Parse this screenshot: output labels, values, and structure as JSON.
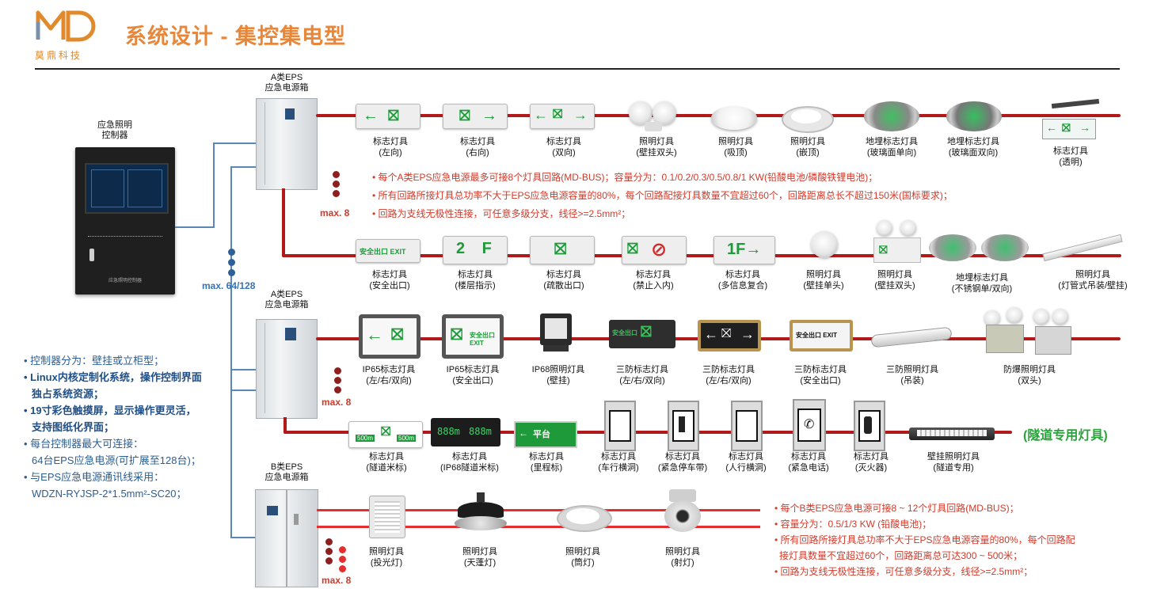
{
  "header": {
    "logo_mark": "MD",
    "logo_text": "莫鼎科技",
    "title": "系统设计 - 集控集电型"
  },
  "controller": {
    "label_line1": "应急照明",
    "label_line2": "控制器",
    "plate": "应急照明控制器"
  },
  "links": {
    "max_controller": "max. 64/128",
    "max_a1": "max. 8",
    "max_a2": "max. 8",
    "max_b": "max. 8",
    "tunnel_label": "(隧道专用灯具)"
  },
  "cabinets": {
    "a1": {
      "line1": "A类EPS",
      "line2": "应急电源箱"
    },
    "a2": {
      "line1": "A类EPS",
      "line2": "应急电源箱"
    },
    "b": {
      "line1": "B类EPS",
      "line2": "应急电源箱"
    }
  },
  "row1": [
    {
      "l1": "标志灯具",
      "l2": "(左向)"
    },
    {
      "l1": "标志灯具",
      "l2": "(右向)"
    },
    {
      "l1": "标志灯具",
      "l2": "(双向)"
    },
    {
      "l1": "照明灯具",
      "l2": "(壁挂双头)"
    },
    {
      "l1": "照明灯具",
      "l2": "(吸顶)"
    },
    {
      "l1": "照明灯具",
      "l2": "(嵌顶)"
    },
    {
      "l1": "地埋标志灯具",
      "l2": "(玻璃面单向)"
    },
    {
      "l1": "地埋标志灯具",
      "l2": "(玻璃面双向)"
    },
    {
      "l1": "标志灯具",
      "l2": "(透明)"
    }
  ],
  "row2": [
    {
      "l1": "标志灯具",
      "l2": "(安全出口)",
      "sign": "安全出口 EXIT"
    },
    {
      "l1": "标志灯具",
      "l2": "(楼层指示)",
      "sign": "2 F"
    },
    {
      "l1": "标志灯具",
      "l2": "(疏散出口)",
      "sign": ""
    },
    {
      "l1": "标志灯具",
      "l2": "(禁止入内)",
      "sign": "⊘"
    },
    {
      "l1": "标志灯具",
      "l2": "(多信息复合)",
      "sign": "1F→"
    },
    {
      "l1": "照明灯具",
      "l2": "(壁挂单头)"
    },
    {
      "l1": "照明灯具",
      "l2": "(壁挂双头)"
    },
    {
      "l1": "地埋标志灯具",
      "l2": "(不锈钢单/双向)"
    },
    {
      "l1": "照明灯具",
      "l2": "(灯管式吊装/壁挂)"
    }
  ],
  "row3": [
    {
      "l1": "IP65标志灯具",
      "l2": "(左/右/双向)"
    },
    {
      "l1": "IP65标志灯具",
      "l2": "(安全出口)",
      "sign": "安全出口 EXIT"
    },
    {
      "l1": "IP68照明灯具",
      "l2": "(壁挂)"
    },
    {
      "l1": "三防标志灯具",
      "l2": "(左/右/双向)",
      "sign": "安全出口"
    },
    {
      "l1": "三防标志灯具",
      "l2": "(左/右/双向)"
    },
    {
      "l1": "三防标志灯具",
      "l2": "(安全出口)",
      "sign": "安全出口 EXIT"
    },
    {
      "l1": "三防照明灯具",
      "l2": "(吊装)"
    },
    {
      "l1": "防爆照明灯具",
      "l2": "(双头)"
    }
  ],
  "row4": [
    {
      "l1": "标志灯具",
      "l2": "(隧道米标)",
      "sign": "500m"
    },
    {
      "l1": "标志灯具",
      "l2": "(IP68隧道米标)",
      "sign": "888m"
    },
    {
      "l1": "标志灯具",
      "l2": "(里程标)",
      "sign": "平台"
    },
    {
      "l1": "标志灯具",
      "l2": "(车行横洞)"
    },
    {
      "l1": "标志灯具",
      "l2": "(紧急停车带)"
    },
    {
      "l1": "标志灯具",
      "l2": "(人行横洞)"
    },
    {
      "l1": "标志灯具",
      "l2": "(紧急电话)"
    },
    {
      "l1": "标志灯具",
      "l2": "(灭火器)"
    },
    {
      "l1": "壁挂照明灯具",
      "l2": "(隧道专用)"
    }
  ],
  "row5": [
    {
      "l1": "照明灯具",
      "l2": "(投光灯)"
    },
    {
      "l1": "照明灯具",
      "l2": "(天蓬灯)"
    },
    {
      "l1": "照明灯具",
      "l2": "(筒灯)"
    },
    {
      "l1": "照明灯具",
      "l2": "(射灯)"
    }
  ],
  "notes_a": [
    "• 每个A类EPS应急电源最多可接8个灯具回路(MD-BUS)；容量分为：0.1/0.2/0.3/0.5/0.8/1 KW(铅酸电池/磷酸铁锂电池)；",
    "• 所有回路所接灯具总功率不大于EPS应急电源容量的80%，每个回路配接灯具数量不宜超过60个，回路距离总长不超过150米(国标要求)；",
    "• 回路为支线无极性连接，可任意多级分支，线径>=2.5mm²；"
  ],
  "notes_b": [
    "• 每个B类EPS应急电源可接8 ~ 12个灯具回路(MD-BUS)；",
    "• 容量分为：0.5/1/3 KW (铅酸电池)；",
    "• 所有回路所接灯具总功率不大于EPS应急电源容量的80%，每个回路配",
    "  接灯具数量不宜超过60个，回路距离总可达300 ~ 500米；",
    "• 回路为支线无极性连接，可任意多级分支，线径>=2.5mm²；"
  ],
  "notes_left": [
    {
      "t": "• 控制器分为：壁挂或立柜型；",
      "bold": false
    },
    {
      "t": "• Linux内核定制化系统，操作控制界面",
      "bold": true
    },
    {
      "t": "  独占系统资源；",
      "bold": true
    },
    {
      "t": "• 19寸彩色触摸屏，显示操作更灵活，",
      "bold": true
    },
    {
      "t": "  支持图纸化界面；",
      "bold": true
    },
    {
      "t": "• 每台控制器最大可连接：",
      "bold": false
    },
    {
      "t": "  64台EPS应急电源(可扩展至128台)；",
      "bold": false
    },
    {
      "t": "• 与EPS应急电源通讯线采用：",
      "bold": false
    },
    {
      "t": "  WDZN-RYJSP-2*1.5mm²-SC20；",
      "bold": false
    }
  ],
  "colors": {
    "accent": "#e8863a",
    "bus": "#b11a1a",
    "blue": "#2d5f99",
    "note_red": "#d23a2a",
    "exit_green": "#1f9a3a"
  }
}
